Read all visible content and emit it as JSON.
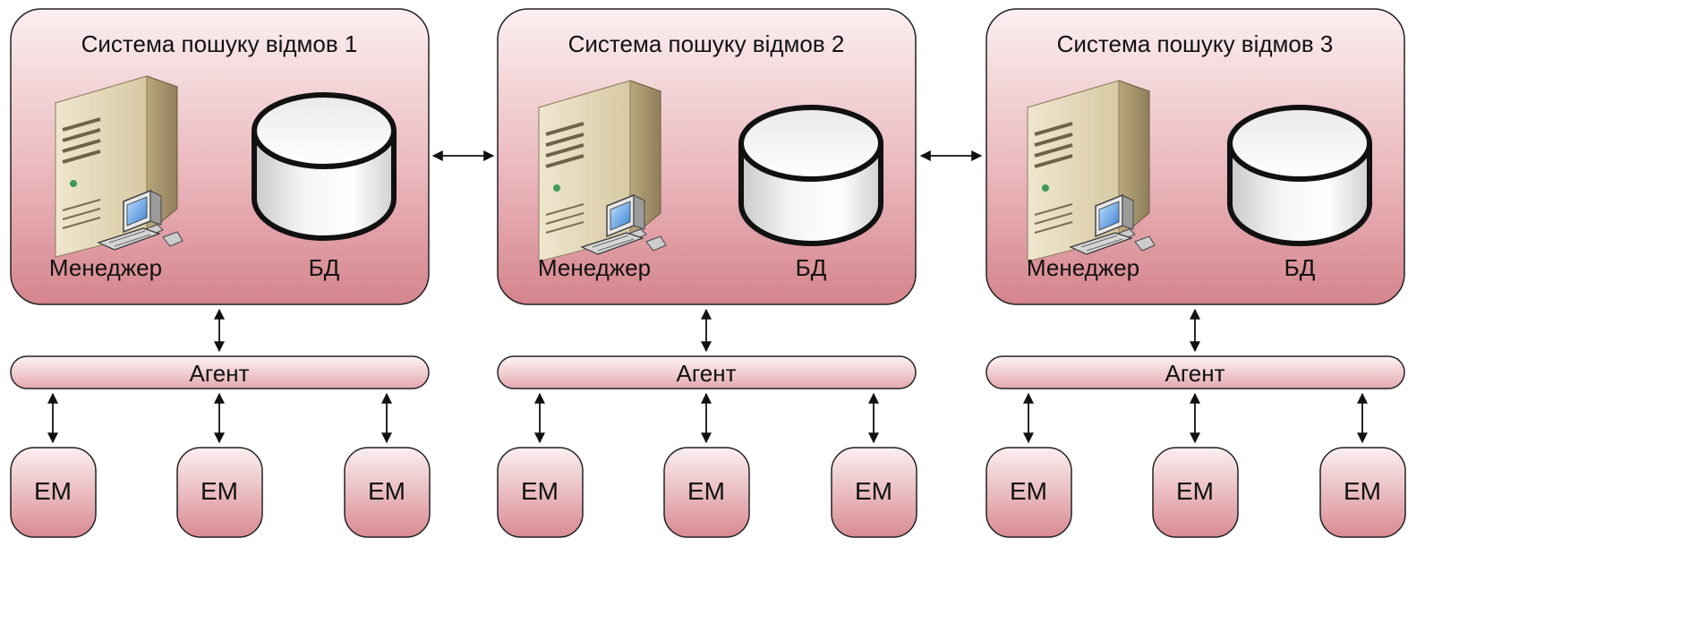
{
  "diagram": {
    "systems": [
      {
        "title": "Система пошуку відмов 1",
        "manager_label": "Менеджер",
        "db_label": "БД",
        "agent_label": "Агент",
        "em_labels": [
          "ЕМ",
          "ЕМ",
          "ЕМ"
        ]
      },
      {
        "title": "Система пошуку відмов 2",
        "manager_label": "Менеджер",
        "db_label": "БД",
        "agent_label": "Агент",
        "em_labels": [
          "ЕМ",
          "ЕМ",
          "ЕМ"
        ]
      },
      {
        "title": "Система пошуку відмов 3",
        "manager_label": "Менеджер",
        "db_label": "БД",
        "agent_label": "Агент",
        "em_labels": [
          "ЕМ",
          "ЕМ",
          "ЕМ"
        ]
      }
    ],
    "colors": {
      "box_fill_top": "#f9e9ea",
      "box_fill_bottom": "#d88b92",
      "box_stroke": "#222222",
      "arrow": "#111111"
    },
    "icons": {
      "manager": "server-computer-icon",
      "database": "database-cylinder-icon"
    }
  }
}
